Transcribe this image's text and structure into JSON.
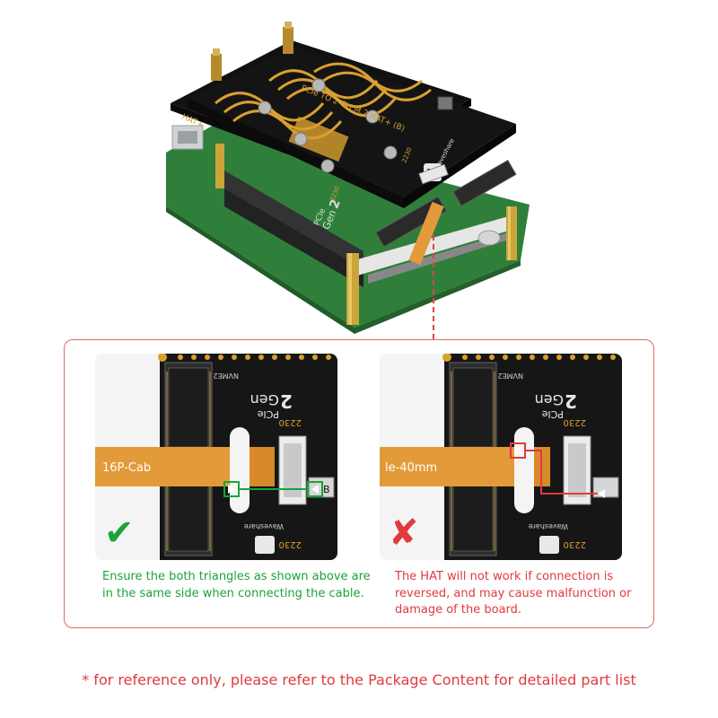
{
  "hero": {
    "board_title": "PCIe TO 2-CH M.2 HAT+ (B)",
    "hat_label": "HAT+",
    "brand": "Waveshare",
    "gen_line1": "PCIe",
    "gen_line2": "Gen",
    "gen_num": "2",
    "slot_size_a": "2230",
    "slot_size_b": "2230"
  },
  "good_panel": {
    "cable_label": "16P-Cab",
    "slot_label": "NVME2",
    "gen_line1": "PCIe",
    "gen_line2": "Gen",
    "gen_num": "2",
    "size_top": "2230",
    "size_bottom": "2230",
    "brand": "Waveshare",
    "connector_pin": "B",
    "mark": "✔",
    "caption": "Ensure the both triangles as shown above are in the same side when connecting the cable.",
    "accent": "#1aa33a"
  },
  "bad_panel": {
    "cable_label": "le-40mm",
    "slot_label": "NVME2",
    "gen_line1": "PCIe",
    "gen_line2": "Gen",
    "gen_num": "2",
    "size_top": "2230",
    "size_bottom": "2230",
    "brand": "Waveshare",
    "mark": "✘",
    "caption": "The HAT will not work if connection is reversed, and may cause malfunction or damage of the board.",
    "accent": "#e03a3e"
  },
  "footnote": "* for reference only, please refer to the Package Content for detailed part list"
}
